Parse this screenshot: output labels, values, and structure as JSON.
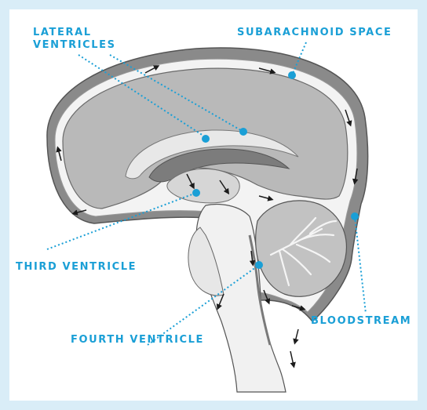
{
  "labels": {
    "lateral_ventricles": [
      "LATERAL",
      "VENTRICLES"
    ],
    "subarachnoid_space": "SUBARACHNOID SPACE",
    "third_ventricle": "THIRD VENTRICLE",
    "bloodstream": "BLOODSTREAM",
    "fourth_ventricle": "FOURTH VENTRICLE"
  },
  "colors": {
    "accent": "#1a9fd6",
    "background": "#d9edf7",
    "panel": "#ffffff",
    "skull_layer": "#8a8a8a",
    "brain_fill": "#b9b9b9",
    "ventricle": "#7c7c7c",
    "stem_fill": "#f1f1f1"
  }
}
